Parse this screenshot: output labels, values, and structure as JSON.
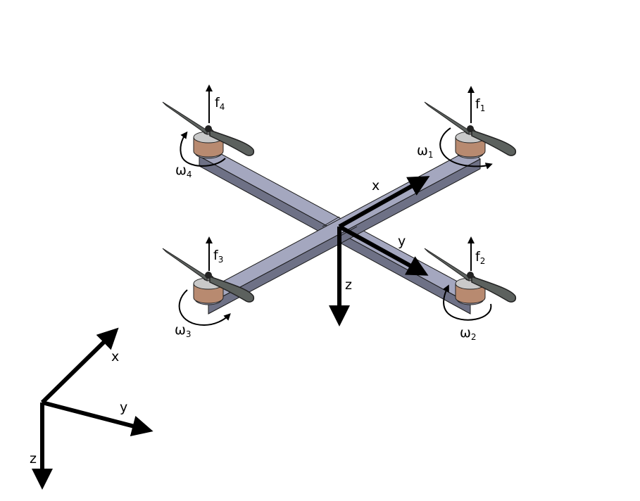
{
  "body_frame": {
    "x_label": "x",
    "y_label": "y",
    "z_label": "z"
  },
  "inertial_frame": {
    "x_label": "x",
    "y_label": "y",
    "z_label": "z"
  },
  "rotors": [
    {
      "force_base": "f",
      "force_sub": "1",
      "omega_base": "ω",
      "omega_sub": "1"
    },
    {
      "force_base": "f",
      "force_sub": "2",
      "omega_base": "ω",
      "omega_sub": "2"
    },
    {
      "force_base": "f",
      "force_sub": "3",
      "omega_base": "ω",
      "omega_sub": "3"
    },
    {
      "force_base": "f",
      "force_sub": "4",
      "omega_base": "ω",
      "omega_sub": "4"
    }
  ],
  "colors": {
    "arm_top": "#a4a7bf",
    "arm_side": "#6e7186",
    "motor": "#b88a70",
    "hub": "#c9c9c9",
    "propeller": "#5c615e",
    "ink": "#000000"
  }
}
